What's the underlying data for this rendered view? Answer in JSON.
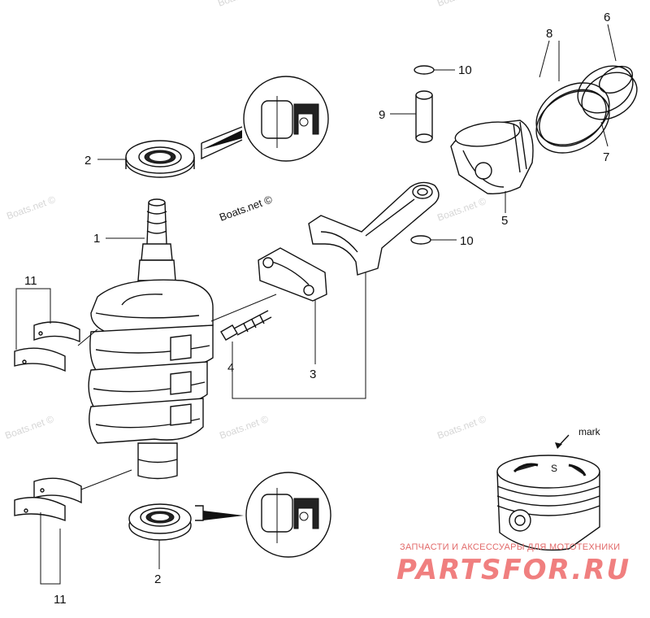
{
  "diagram": {
    "callouts": [
      "1",
      "2",
      "2",
      "3",
      "4",
      "5",
      "6",
      "7",
      "8",
      "9",
      "10",
      "10",
      "11",
      "11"
    ],
    "mark_label": "mark",
    "copyright_label": "Boats.net ©",
    "watermark_text": "Boats.net ©",
    "brand": {
      "tagline": "ЗАПЧАСТИ И АКСЕССУАРЫ ДЛЯ МОТОТЕХНИКИ",
      "name": "PARTSFOR.RU"
    }
  }
}
